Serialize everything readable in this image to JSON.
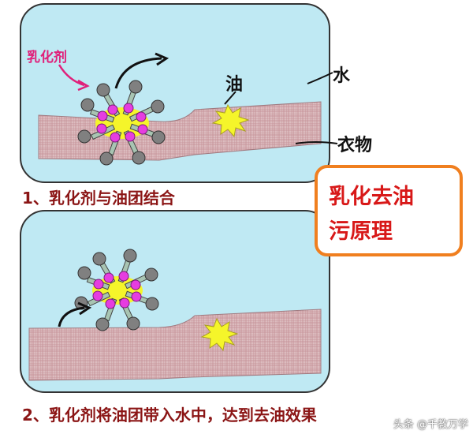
{
  "labels": {
    "emulsifier": "乳化剂",
    "oil": "油",
    "water": "水",
    "clothing": "衣物"
  },
  "captions": {
    "step1": "1、乳化剂与油团结合",
    "step2": "2、乳化剂将油团带入水中，达到去油效果"
  },
  "title": {
    "line1": "乳化去油",
    "line2": "污原理"
  },
  "watermark": "头条 @千教万学",
  "colors": {
    "water": "#bfe9f3",
    "cloth": "#d8b4b8",
    "emulsifier_label": "#e0207a",
    "caption": "#8b1515",
    "title": "#d81818",
    "title_border": "#f07f1f",
    "oil": "#f5f52a",
    "head": "#e63de0",
    "tail_ball": "#808080"
  }
}
